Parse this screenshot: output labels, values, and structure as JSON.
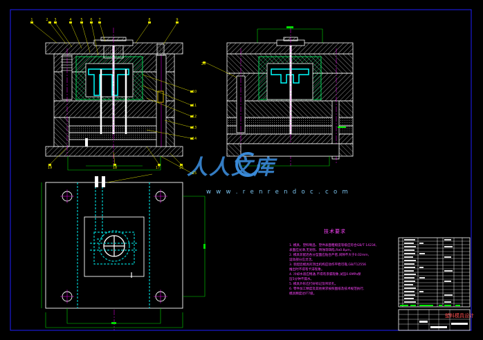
{
  "title_block": {
    "title": "塑料模具设计"
  },
  "watermark": {
    "brand": "人人文库",
    "url": "w w w . r e n r e n d o c . c o m"
  },
  "tech_requirements": {
    "title": "技术要求",
    "lines": [
      "1. 模具、塑料制品、塑件表面粗糙度等级应符合GB/T 14234,",
      "   表面应光滑,无划伤、锈蚀等缺陷,Ra0.8μm。",
      "2. 模具装配后各分型面应贴合严密,间隙不大于0.02mm,",
      "   运动部分应灵活。",
      "3. 装配后模具的顶出机构应动作平稳可靠,GB/T12556",
      "   推出时不得有卡滞现象。",
      "4. 冷却水道应畅通,不得有渗漏现象,试压0.6MPa保",
      "   压5分钟不漏水。",
      "5. 模具外形应打好标记及吊装孔。",
      "6. 零件加工精度及其他要求按照图纸及技术规范执行,",
      "   模具精度达IT7级。"
    ]
  },
  "part_numbers": [
    "1",
    "2",
    "3",
    "4",
    "5",
    "6",
    "7",
    "8",
    "9",
    "10",
    "11",
    "12",
    "13",
    "14",
    "15",
    "16",
    "17",
    "18",
    "19",
    "20"
  ],
  "colors": {
    "background": "#000000",
    "outline": "#ffffff",
    "hatch": "#b8b8b8",
    "dimension": "#00dd00",
    "centerline": "#ff00ff",
    "water": "#00ffff",
    "leader": "#dede00",
    "highlight": "#00ff00",
    "text_magenta": "#ff44ff",
    "frame": "#2020ff",
    "watermark": "#3a8ad8",
    "watermark_light": "#7cc4ef"
  }
}
